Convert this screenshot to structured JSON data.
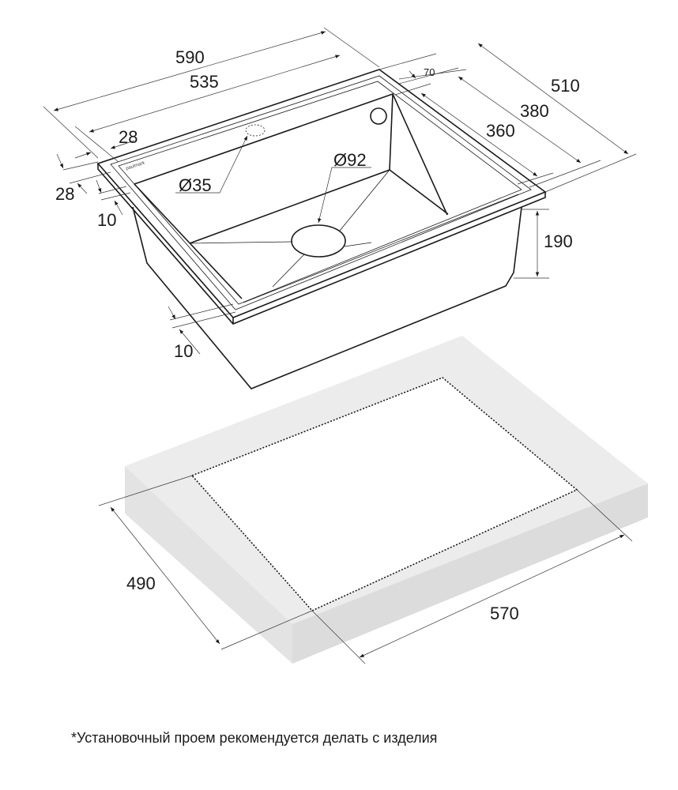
{
  "brand": "paulmark",
  "dimensions": {
    "overall_length": "590",
    "inner_length": "535",
    "rim_left": "28",
    "faucet_offset": "70",
    "overall_depth": "510",
    "rim_depth": "380",
    "bowl_depth": "360",
    "drain_diameter": "Ø92",
    "faucet_hole_diameter": "Ø35",
    "rim_front": "28",
    "rim_step_top": "10",
    "bowl_height": "190",
    "rim_step_bottom": "10",
    "cutout_depth": "490",
    "cutout_length": "570"
  },
  "footnote": "*Установочный проем рекомендуется делать с изделия"
}
